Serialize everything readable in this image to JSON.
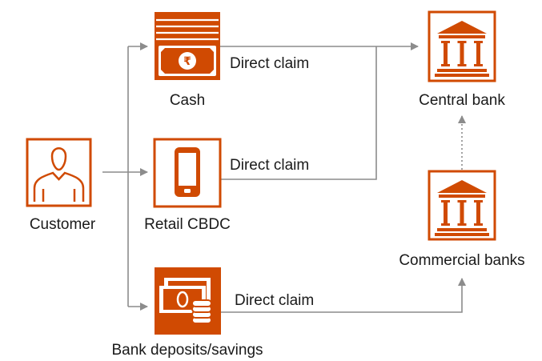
{
  "colors": {
    "accent": "#d04a02",
    "connector": "#8c8c8c",
    "text": "#1a1a1a"
  },
  "nodes": {
    "customer": {
      "label": "Customer",
      "icon": "person-icon"
    },
    "cash": {
      "label": "Cash",
      "icon": "rupee-banknote-stack-icon"
    },
    "retail_cbdc": {
      "label": "Retail CBDC",
      "icon": "smartphone-icon"
    },
    "bank_deposits": {
      "label": "Bank deposits/savings",
      "icon": "money-and-coins-icon"
    },
    "central_bank": {
      "label": "Central bank",
      "icon": "bank-building-icon"
    },
    "commercial_banks": {
      "label": "Commercial banks",
      "icon": "bank-building-icon"
    }
  },
  "edges": {
    "cash_to_central": {
      "label": "Direct claim"
    },
    "cbdc_to_central": {
      "label": "Direct claim"
    },
    "deposits_to_commercial": {
      "label": "Direct claim"
    }
  }
}
